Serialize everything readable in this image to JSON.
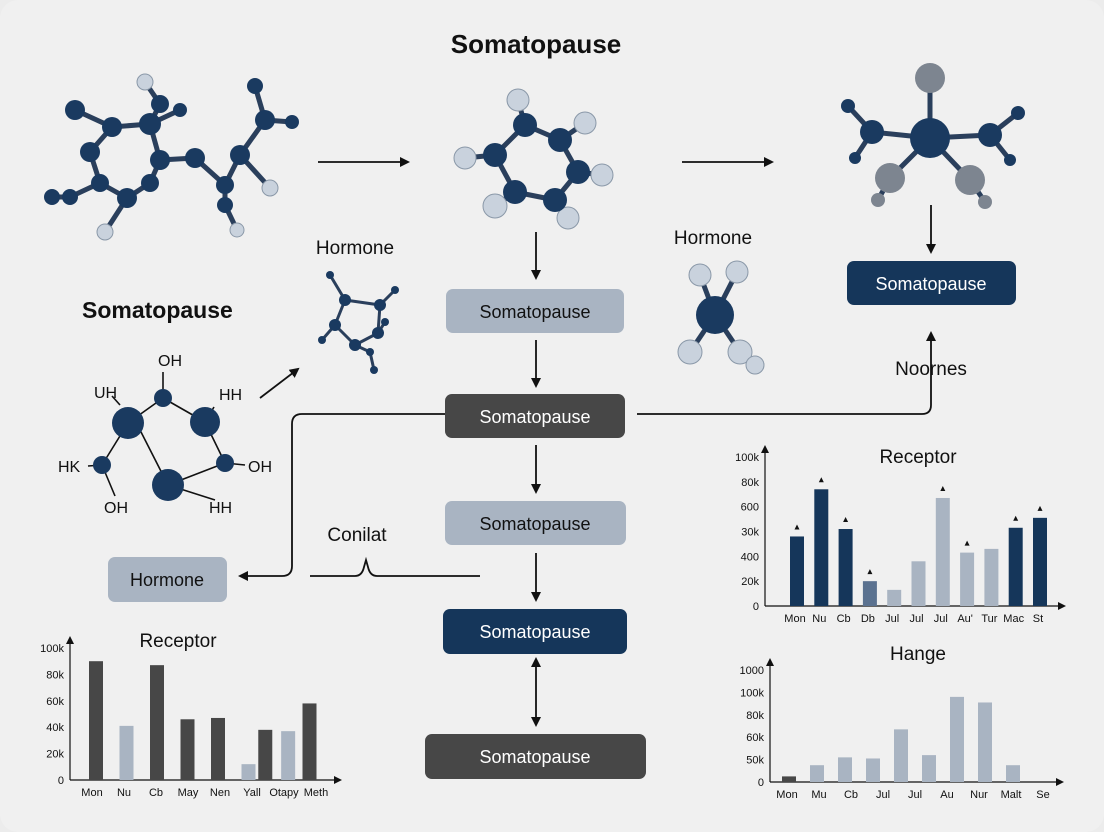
{
  "title": "Somatopause",
  "side_title": "Somatopause",
  "labels": {
    "hormone_left": "Hormone",
    "hormone_right": "Hormone",
    "noornes": "Noornes",
    "conilat": "Conilat"
  },
  "structure_atoms": {
    "oh_top": "OH",
    "uh": "UH",
    "hh_top": "HH",
    "hk": "HK",
    "oh_right": "OH",
    "oh_bottom": "OH",
    "hh_bottom": "HH"
  },
  "flow_boxes": {
    "box1": "Somatopause",
    "box2": "Somatopause",
    "box3": "Somatopause",
    "box4": "Somatopause",
    "box5": "Somatopause",
    "box_right": "Somatopause",
    "box_hormone": "Hormone"
  },
  "colors": {
    "navy": "#15365a",
    "dark_gray": "#474747",
    "light_blue_gray": "#a9b4c2",
    "atom_navy": "#1a3a60",
    "atom_light": "#c9d2dd",
    "atom_gray": "#7d8590"
  },
  "chart_data": [
    {
      "type": "bar",
      "title": "Receptor",
      "categories": [
        "Mon",
        "Nu",
        "Cb",
        "Db",
        "Jul",
        "Jul",
        "Jul",
        "Au'",
        "Tur",
        "Mac",
        "St"
      ],
      "values": [
        56,
        94,
        62,
        20,
        13,
        36,
        87,
        43,
        46,
        63,
        71
      ],
      "colors": [
        "#15365a",
        "#15365a",
        "#15365a",
        "#5b7290",
        "#a9b4c2",
        "#a9b4c2",
        "#a9b4c2",
        "#a9b4c2",
        "#a9b4c2",
        "#15365a",
        "#15365a"
      ],
      "markers": [
        true,
        true,
        true,
        true,
        false,
        false,
        true,
        true,
        false,
        true,
        true
      ],
      "y_tick_labels": [
        "0",
        "20k",
        "400",
        "30k",
        "600",
        "80k",
        "100k"
      ],
      "ylim": [
        0,
        120
      ],
      "grid": false
    },
    {
      "type": "bar",
      "title": "Receptor",
      "categories": [
        "Mon",
        "Nu",
        "Cb",
        "May",
        "Nen",
        "Yall",
        "Otapy",
        "Meth"
      ],
      "bars": [
        {
          "slot": 0,
          "value": 90,
          "color": "#474747"
        },
        {
          "slot": 1,
          "value": 41,
          "color": "#a9b4c2"
        },
        {
          "slot": 2,
          "value": 87,
          "color": "#474747"
        },
        {
          "slot": 3,
          "value": 46,
          "color": "#474747"
        },
        {
          "slot": 4,
          "value": 47,
          "color": "#474747"
        },
        {
          "slot": 5,
          "value": 12,
          "color": "#a9b4c2"
        },
        {
          "slot": 5.55,
          "value": 38,
          "color": "#474747"
        },
        {
          "slot": 6.3,
          "value": 37,
          "color": "#a9b4c2"
        },
        {
          "slot": 7,
          "value": 58,
          "color": "#474747"
        }
      ],
      "y_tick_labels": [
        "0",
        "20k",
        "40k",
        "60k",
        "80k",
        "100k"
      ],
      "ylim": [
        0,
        100
      ],
      "grid": false
    },
    {
      "type": "bar",
      "title": "Hange",
      "categories": [
        "Mon",
        "Mu",
        "Cb",
        "Jul",
        "Jul",
        "Au",
        "Nur",
        "Malt",
        "Se"
      ],
      "bars": [
        {
          "slot": -0.5,
          "value": 5,
          "color": "#474747"
        },
        {
          "slot": 0.5,
          "value": 15,
          "color": "#a9b4c2"
        },
        {
          "slot": 1.5,
          "value": 22,
          "color": "#a9b4c2"
        },
        {
          "slot": 2.5,
          "value": 21,
          "color": "#a9b4c2"
        },
        {
          "slot": 3.5,
          "value": 47,
          "color": "#a9b4c2"
        },
        {
          "slot": 4.5,
          "value": 24,
          "color": "#a9b4c2"
        },
        {
          "slot": 5.5,
          "value": 76,
          "color": "#a9b4c2"
        },
        {
          "slot": 6.5,
          "value": 71,
          "color": "#a9b4c2"
        },
        {
          "slot": 7.5,
          "value": 15,
          "color": "#a9b4c2"
        }
      ],
      "y_tick_labels": [
        "0",
        "50k",
        "60k",
        "80k",
        "100k",
        "1000"
      ],
      "ylim": [
        0,
        100
      ],
      "grid": false
    }
  ]
}
